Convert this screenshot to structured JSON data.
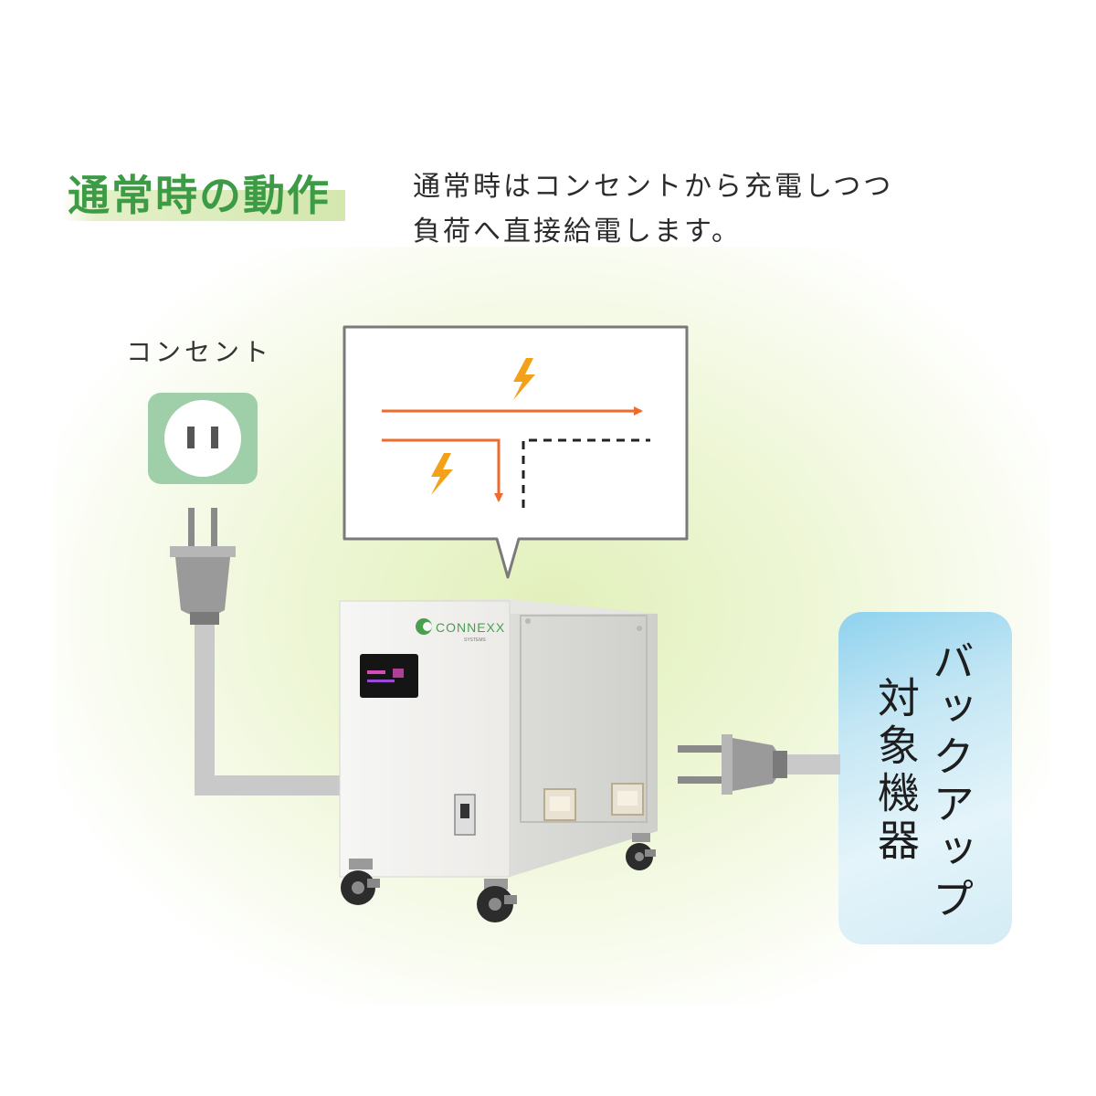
{
  "heading": {
    "title": "通常時の動作"
  },
  "description": {
    "line1": "通常時はコンセントから充電しつつ",
    "line2": "負荷へ直接給電します。"
  },
  "outlet": {
    "label": "コンセント"
  },
  "unit": {
    "brand": "CONNEXX",
    "brand_sub": "SYSTEMS"
  },
  "backup": {
    "line1": "バックアップ",
    "line2": "対象機器"
  },
  "colors": {
    "title_green": "#3d9b45",
    "power_flow": "#ef6b2d",
    "bolt": "#f4a11a",
    "outlet_bg": "#9fcfa8",
    "backup_box": "#c3e6f4"
  },
  "icons": [
    "outlet-icon",
    "plug-icon",
    "lightning-bolt-icon",
    "connexx-logo-icon",
    "display-panel-icon",
    "caster-wheel-icon"
  ]
}
